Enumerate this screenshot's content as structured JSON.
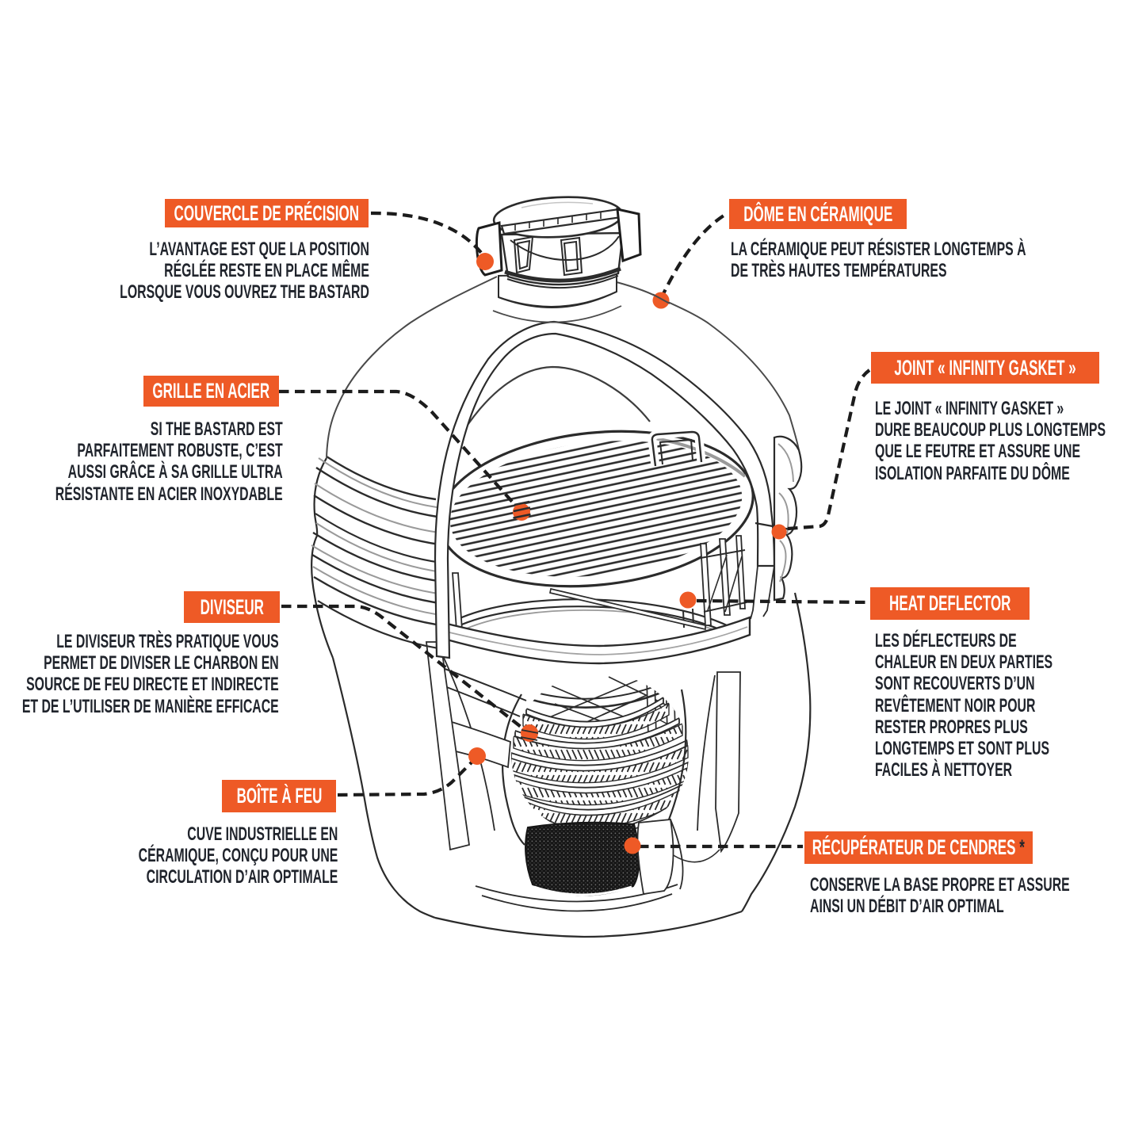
{
  "figure": {
    "subject": "kamado-grill-cutaway-diagram",
    "colors": {
      "accent": "#EE5A26",
      "text": "#20242C",
      "line": "#262626",
      "background": "#FFFFFF"
    }
  },
  "callouts": {
    "couvercle": {
      "title": "COUVERCLE DE PRÉCISION",
      "desc1": "L’AVANTAGE EST QUE LA POSITION",
      "desc2": "RÉGLÉE RESTE EN PLACE MÊME",
      "desc3": "LORSQUE VOUS OUVREZ THE BASTARD"
    },
    "dome": {
      "title": "DÔME EN CÉRAMIQUE",
      "desc1": "LA CÉRAMIQUE PEUT RÉSISTER LONGTEMPS À",
      "desc2": "DE TRÈS HAUTES TEMPÉRATURES"
    },
    "grille": {
      "title": "GRILLE EN ACIER",
      "desc1": "SI THE BASTARD EST",
      "desc2": "PARFAITEMENT ROBUSTE, C’EST",
      "desc3": "AUSSI GRÂCE À SA GRILLE ULTRA",
      "desc4": "RÉSISTANTE EN ACIER INOXYDABLE"
    },
    "joint": {
      "title": "JOINT « INFINITY GASKET »",
      "desc1": "LE JOINT « INFINITY GASKET »",
      "desc2": "DURE BEAUCOUP PLUS LONGTEMPS",
      "desc3": "QUE LE FEUTRE ET ASSURE UNE",
      "desc4": "ISOLATION PARFAITE DU DÔME"
    },
    "diviseur": {
      "title": "DIVISEUR",
      "desc1": "LE DIVISEUR TRÈS PRATIQUE VOUS",
      "desc2": "PERMET DE DIVISER LE CHARBON EN",
      "desc3": "SOURCE DE FEU DIRECTE ET INDIRECTE",
      "desc4": "ET DE L’UTILISER DE MANIÈRE EFFICACE"
    },
    "heat": {
      "title": "HEAT DEFLECTOR",
      "desc1": "LES DÉFLECTEURS DE",
      "desc2": "CHALEUR EN DEUX PARTIES",
      "desc3": "SONT RECOUVERTS D’UN",
      "desc4": "REVÊTEMENT NOIR POUR",
      "desc5": "RESTER PROPRES PLUS",
      "desc6": "LONGTEMPS ET SONT PLUS",
      "desc7": "FACILES À NETTOYER"
    },
    "boite": {
      "title": "BOÎTE À FEU",
      "desc1": "CUVE INDUSTRIELLE EN",
      "desc2": "CÉRAMIQUE, CONÇU POUR UNE",
      "desc3": "CIRCULATION D’AIR OPTIMALE"
    },
    "recup": {
      "title": "RÉCUPÉRATEUR DE CENDRES",
      "title_suffix": "*",
      "desc1": "CONSERVE LA BASE PROPRE ET ASSURE",
      "desc2": "AINSI UN DÉBIT D’AIR OPTIMAL"
    }
  }
}
